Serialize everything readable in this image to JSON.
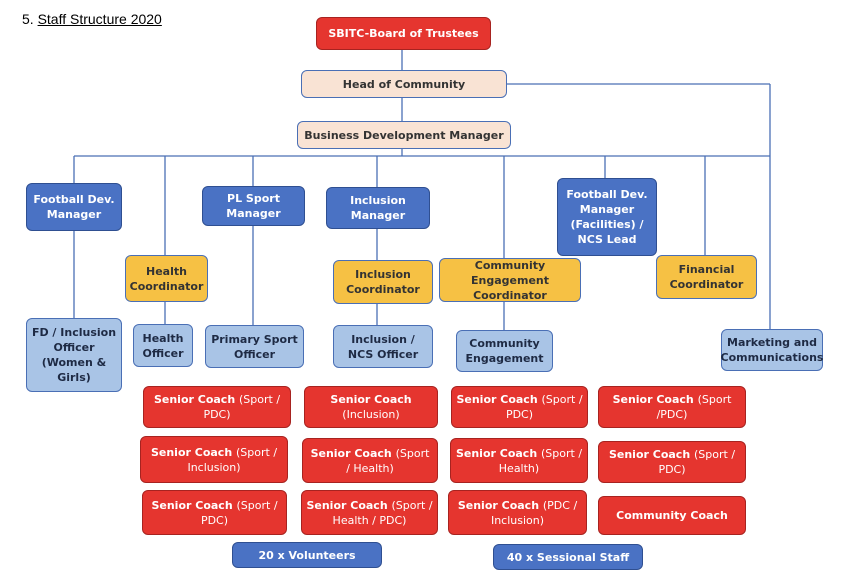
{
  "heading": {
    "number": "5.",
    "title": "Staff Structure 2020"
  },
  "board": "SBITC-Board of Trustees",
  "head_of_community": "Head of Community",
  "bdm": "Business Development Manager",
  "managers": {
    "football_dev": "Football Dev. Manager",
    "pl_sport": "PL Sport Manager",
    "inclusion": "Inclusion Manager",
    "football_dev_facilities": "Football Dev. Manager (Facilities) / NCS Lead"
  },
  "coordinators": {
    "health": "Health Coordinator",
    "inclusion": "Inclusion Coordinator",
    "community_engagement": "Community Engagement Coordinator",
    "financial": "Financial Coordinator"
  },
  "officers": {
    "fd_inclusion": "FD / Inclusion Officer (Women & Girls)",
    "health": "Health Officer",
    "primary_sport": "Primary Sport Officer",
    "inclusion_ncs": "Inclusion / NCS Officer",
    "community_engagement": "Community Engagement",
    "marketing": "Marketing and Communications"
  },
  "coaches": [
    {
      "role": "Senior Coach",
      "spec": "(Sport / PDC)"
    },
    {
      "role": "Senior Coach",
      "spec": "(Sport / Inclusion)"
    },
    {
      "role": "Senior Coach",
      "spec": "(Sport / PDC)"
    },
    {
      "role": "Senior Coach",
      "spec": "(Inclusion)"
    },
    {
      "role": "Senior Coach",
      "spec": "(Sport / Health)"
    },
    {
      "role": "Senior Coach",
      "spec": "(Sport / Health / PDC)"
    },
    {
      "role": "Senior Coach",
      "spec": "(Sport / PDC)"
    },
    {
      "role": "Senior Coach",
      "spec": "(Sport / Health)"
    },
    {
      "role": "Senior Coach",
      "spec": "(PDC / Inclusion)"
    },
    {
      "role": "Senior Coach",
      "spec": "(Sport /PDC)"
    },
    {
      "role": "Senior Coach",
      "spec": "(Sport / PDC)"
    },
    {
      "role": "Community Coach",
      "spec": ""
    }
  ],
  "volunteers": "20 x Volunteers",
  "sessional": "40 x Sessional Staff",
  "colors": {
    "red": "#e5352f",
    "peach": "#f9e3d4",
    "blue": "#4a72c4",
    "yellow": "#f6c144",
    "light_blue": "#a9c4e6",
    "connector": "#4a6fb5"
  }
}
